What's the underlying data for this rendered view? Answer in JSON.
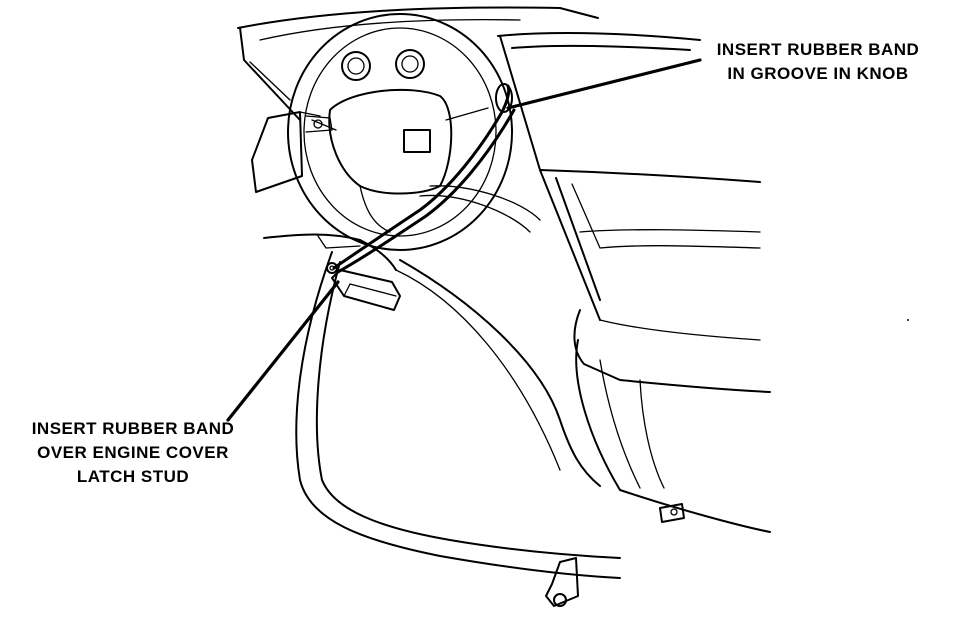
{
  "callouts": {
    "knob": {
      "line1": "INSERT RUBBER BAND",
      "line2": "IN GROOVE IN KNOB"
    },
    "latch": {
      "line1": "INSERT RUBBER BAND",
      "line2": "OVER ENGINE COVER",
      "line3": "LATCH STUD"
    }
  },
  "colors": {
    "ink": "#000000",
    "paper": "#ffffff"
  }
}
